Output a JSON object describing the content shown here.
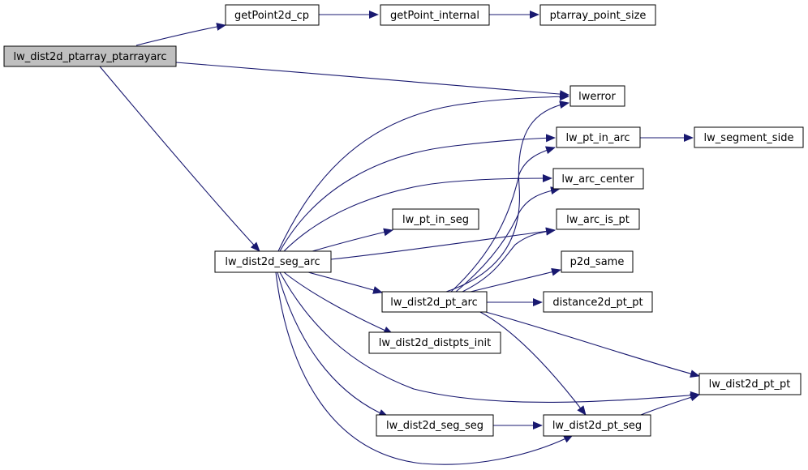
{
  "graph": {
    "nodes": {
      "lw_dist2d_ptarray_ptarrayarc": "lw_dist2d_ptarray_ptarrayarc",
      "getPoint2d_cp": "getPoint2d_cp",
      "getPoint_internal": "getPoint_internal",
      "ptarray_point_size": "ptarray_point_size",
      "lwerror": "lwerror",
      "lw_pt_in_arc": "lw_pt_in_arc",
      "lw_segment_side": "lw_segment_side",
      "lw_arc_center": "lw_arc_center",
      "lw_pt_in_seg": "lw_pt_in_seg",
      "lw_arc_is_pt": "lw_arc_is_pt",
      "lw_dist2d_seg_arc": "lw_dist2d_seg_arc",
      "p2d_same": "p2d_same",
      "lw_dist2d_pt_arc": "lw_dist2d_pt_arc",
      "distance2d_pt_pt": "distance2d_pt_pt",
      "lw_dist2d_distpts_init": "lw_dist2d_distpts_init",
      "lw_dist2d_pt_pt": "lw_dist2d_pt_pt",
      "lw_dist2d_seg_seg": "lw_dist2d_seg_seg",
      "lw_dist2d_pt_seg": "lw_dist2d_pt_seg"
    },
    "root": "lw_dist2d_ptarray_ptarrayarc",
    "colors": {
      "edge": "#191970",
      "root_fill": "#bfbfbf",
      "node_fill": "#ffffff",
      "node_border": "#000000"
    }
  }
}
